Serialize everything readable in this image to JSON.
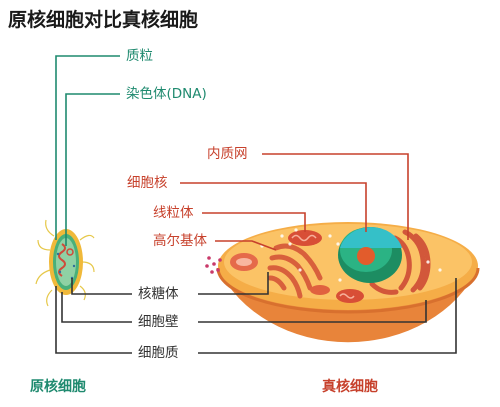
{
  "title": "原核细胞对比真核细胞",
  "labels": {
    "plasmid": "质粒",
    "chromosome": "染色体(DNA)",
    "er": "内质网",
    "nucleus": "细胞核",
    "mitochondria": "线粒体",
    "golgi": "高尔基体",
    "ribosome": "核糖体",
    "cell_wall": "细胞壁",
    "cytoplasm": "细胞质"
  },
  "captions": {
    "prokaryote": "原核细胞",
    "eukaryote": "真核细胞"
  },
  "colors": {
    "teal": "#1f8a6f",
    "red": "#c7412c",
    "dark": "#333333",
    "cell_orange": "#f0a03c",
    "cell_light": "#fbd28a"
  }
}
